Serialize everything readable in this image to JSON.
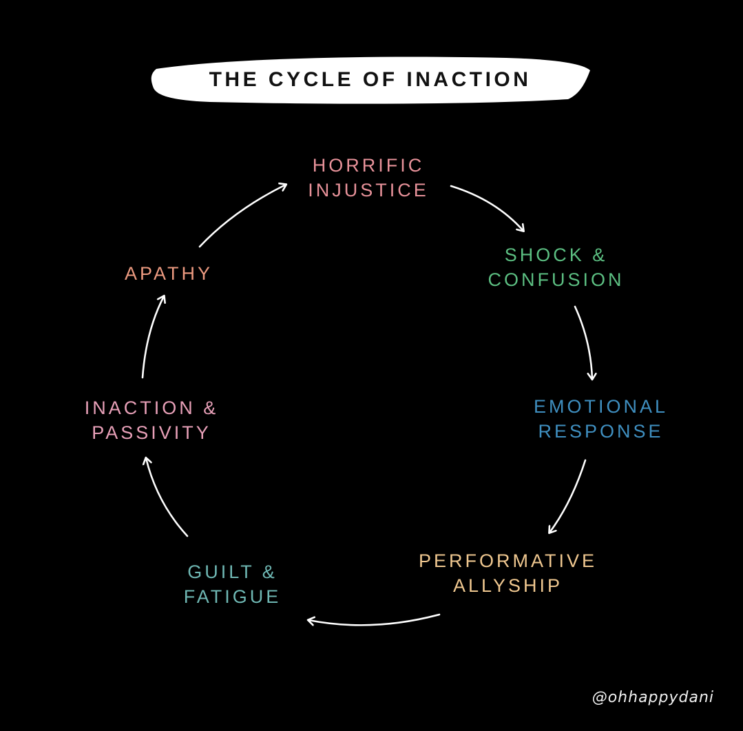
{
  "title": "THE CYCLE OF INACTION",
  "colors": {
    "background": "#000000",
    "title_banner": "#ffffff",
    "title_text": "#111111",
    "arrow": "#ffffff"
  },
  "nodes": [
    {
      "line1": "HORRIFIC",
      "line2": "INJUSTICE",
      "color": "#e8929a"
    },
    {
      "line1": "SHOCK &",
      "line2": "CONFUSION",
      "color": "#5cbf82"
    },
    {
      "line1": "EMOTIONAL",
      "line2": "RESPONSE",
      "color": "#3f8fc0"
    },
    {
      "line1": "PERFORMATIVE",
      "line2": "ALLYSHIP",
      "color": "#f0c890"
    },
    {
      "line1": "GUILT &",
      "line2": "FATIGUE",
      "color": "#6fb8b4"
    },
    {
      "line1": "INACTION &",
      "line2": "PASSIVITY",
      "color": "#e8a0b8"
    },
    {
      "line1": "APATHY",
      "line2": "",
      "color": "#ec9a80"
    }
  ],
  "credit": "@ohhappydani"
}
